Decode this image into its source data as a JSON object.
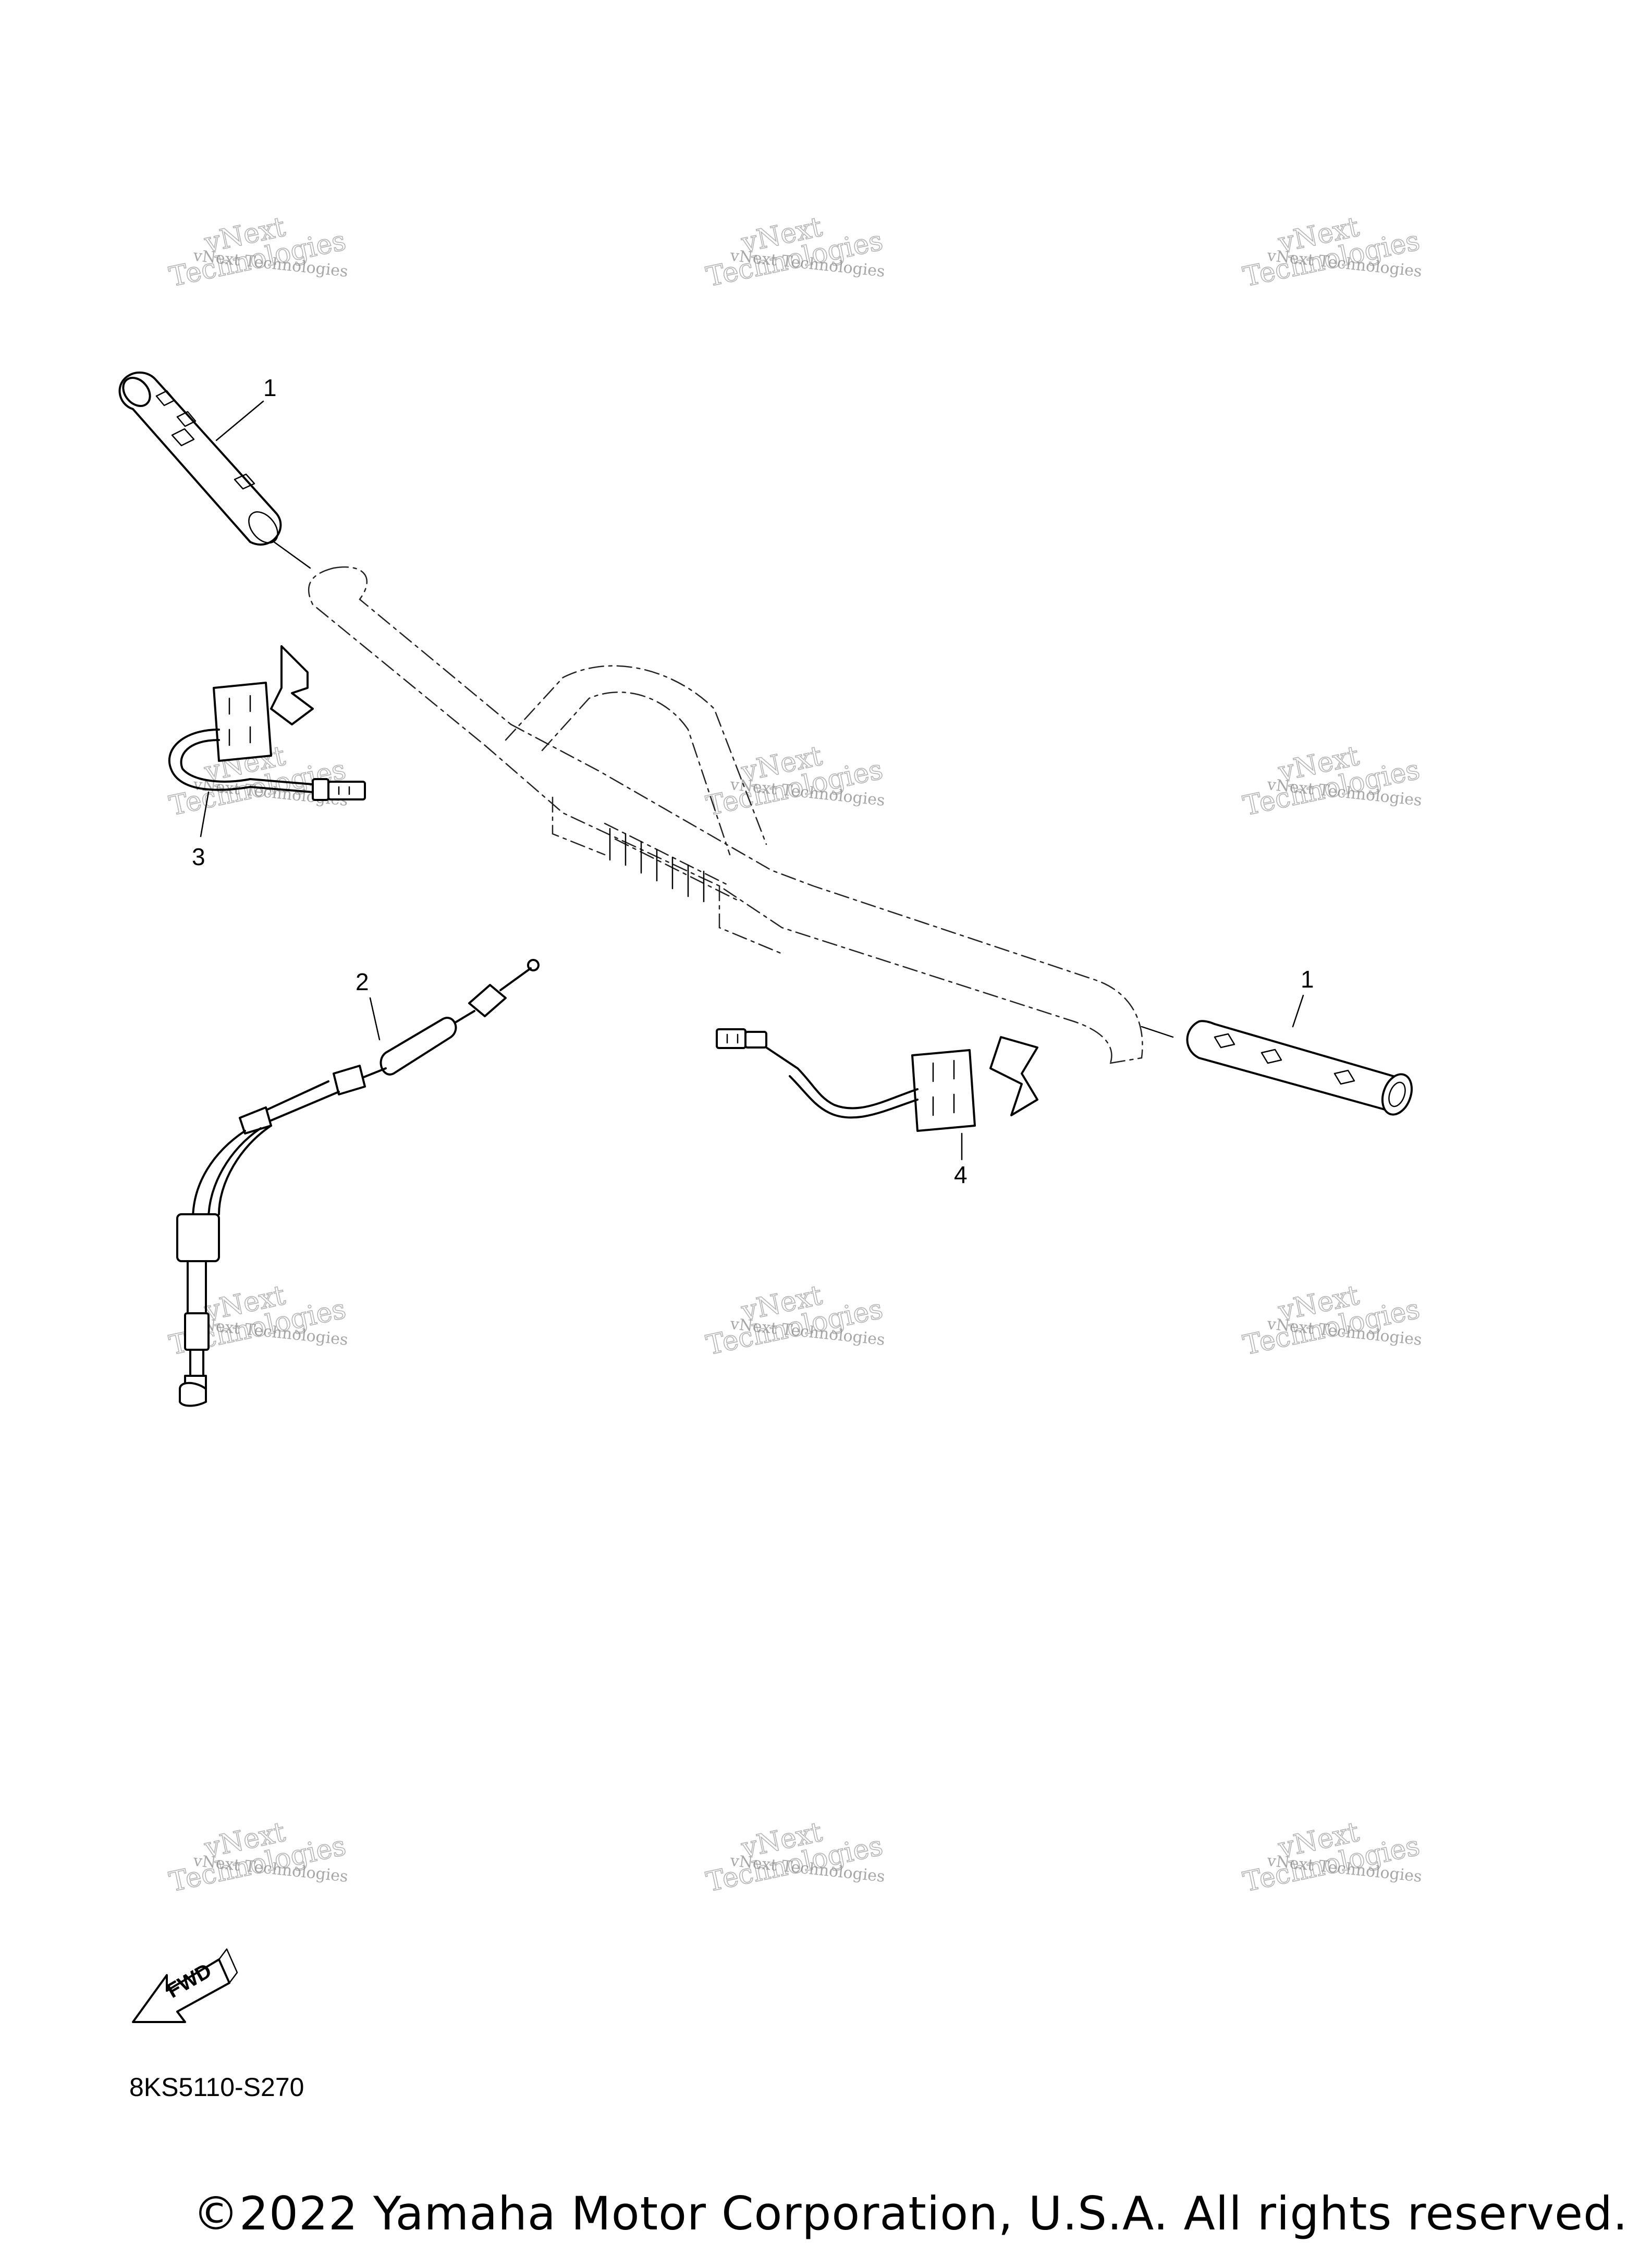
{
  "callouts": {
    "grip_left": "1",
    "grip_right": "1",
    "cable": "2",
    "switch_left": "3",
    "switch_right": "4"
  },
  "watermark": {
    "line1": "vNext Technologies",
    "line2": "Technologies",
    "line3": "vNext"
  },
  "fwd_label": "FWD",
  "diagram_code": "8KS5110-S270",
  "copyright": "©2022 Yamaha Motor Corporation, U.S.A. All rights reserved."
}
